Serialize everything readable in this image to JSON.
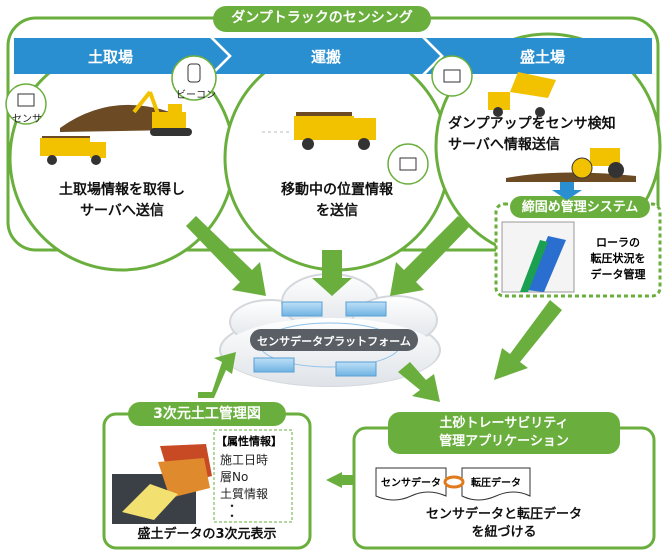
{
  "title": "ダンプトラックのセンシング",
  "stages": [
    "土取場",
    "運搬",
    "盛土場"
  ],
  "circles": {
    "borrow_pit": {
      "line1": "土取場情報を取得し",
      "line2": "サーバへ送信",
      "sensor_label": "センサ",
      "beacon_label": "ビーコン"
    },
    "transport": {
      "line1": "移動中の位置情報",
      "line2": "を送信"
    },
    "fill_site": {
      "line1": "ダンプアップをセンサ検知",
      "line2": "サーバへ情報送信"
    }
  },
  "compaction": {
    "title": "締固め管理システム",
    "line1": "ローラの",
    "line2": "転圧状況を",
    "line3": "データ管理"
  },
  "platform": {
    "label": "センサデータプラットフォーム"
  },
  "traceability": {
    "title_line1": "土砂トレーサビリティ",
    "title_line2": "管理アプリケーション",
    "doc_sensor": "センサデータ",
    "doc_compaction": "転圧データ",
    "caption_line1": "センサデータと転圧データ",
    "caption_line2": "を紐づける"
  },
  "model3d": {
    "title": "3次元土工管理図",
    "attr_header": "【属性情報】",
    "attrs": [
      "施工日時",
      "層No",
      "土質情報",
      "・",
      "・"
    ],
    "caption": "盛土データの3次元表示"
  },
  "colors": {
    "green": "#6aaf3d",
    "blue": "#2a8fd0",
    "dark_green": "#4f9a2a"
  }
}
